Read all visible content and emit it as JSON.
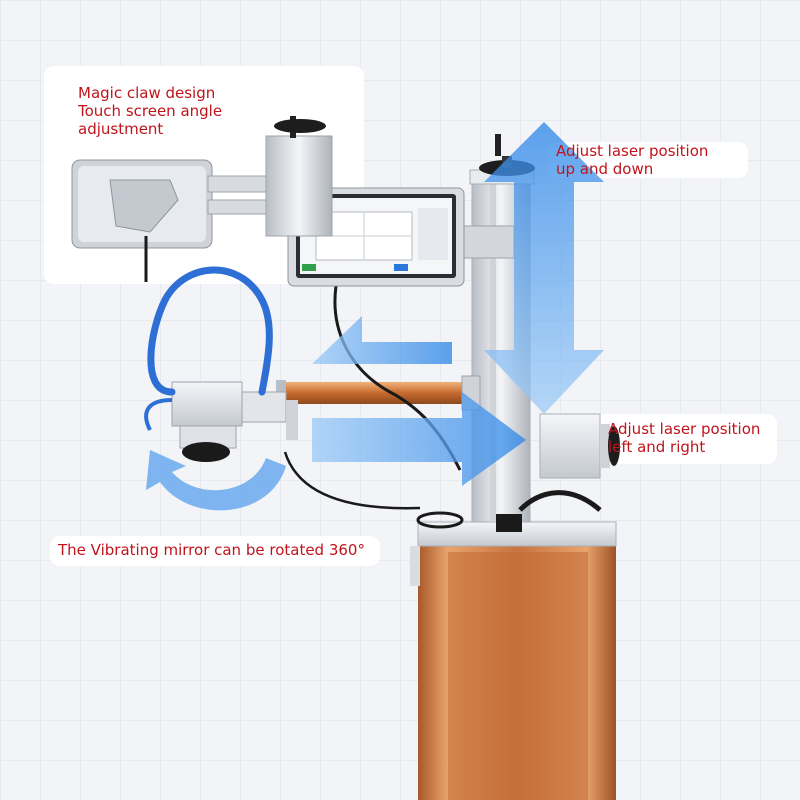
{
  "callouts": {
    "magic_claw": {
      "lines": [
        "Magic claw design",
        "Touch screen angle",
        "adjustment"
      ]
    },
    "up_down": {
      "lines": [
        "Adjust laser position",
        "up and down"
      ]
    },
    "left_right": {
      "lines": [
        "Adjust laser position",
        "left and right"
      ]
    },
    "rotate": {
      "text": "The Vibrating mirror can be rotated 360°"
    }
  },
  "colors": {
    "callout_text": "#c0141c",
    "arrow_blue": "#3b8fe6",
    "cabinet_copper": "#c8733f",
    "fiber_blue": "#2e6fd6"
  },
  "icons": {
    "up_down_arrow": "double-vertical-arrow-icon",
    "left_right_arrow": "double-horizontal-arrow-icon",
    "rotate_arrow": "circular-rotation-arrow-icon"
  }
}
